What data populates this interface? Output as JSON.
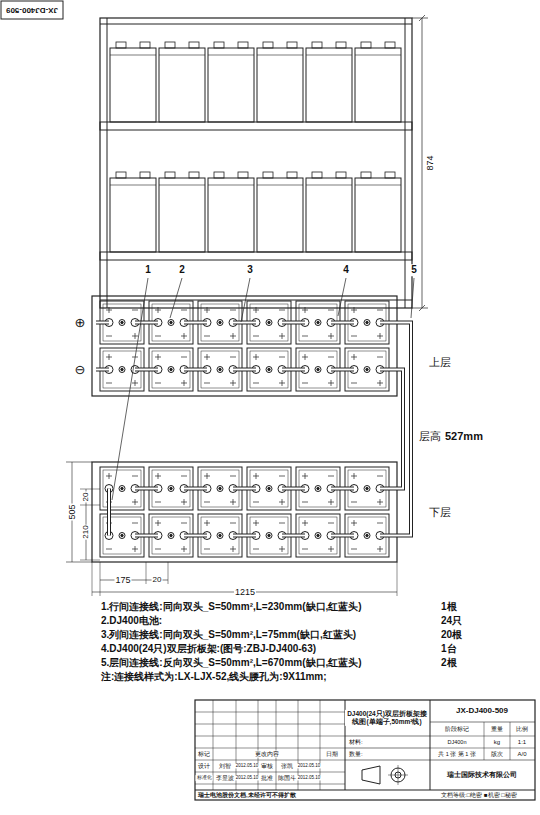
{
  "diagram": {
    "labels": [
      "JX-DJ400-509",
      "874",
      "1",
      "2",
      "3",
      "4",
      "5",
      "⊕",
      "⊖",
      "上层",
      "层高",
      "527mm",
      "下层",
      "505",
      "20",
      "210",
      "175",
      "20",
      "1215",
      "1.行间连接线:同向双头_S=50mm²,L=230mm(缺口,红蓝头)",
      "1根",
      "2.DJ400电池:",
      "24只",
      "3.列间连接线:同向双头_S=50mm²,L=75mm(缺口,红蓝头)",
      "20根",
      "4.DJ400(24只)双层折板架:(图号:ZBJ-DJ400-63)",
      "1台",
      "5.层间连接线:反向双头_S=50mm²,L=670mm(缺口,红蓝头)",
      "2根",
      "注:连接线样式为:LX-LJX-52,线头腰孔为:9X11mm;",
      "DJ400(24只)双层折板架接线图(单端子,50mm²线)",
      "JX-DJ400-509",
      "阶段标记",
      "重量",
      "比例",
      "DJ400n",
      "kg",
      "1:1",
      "共 1 张 第 1 张",
      "版次",
      "A/0",
      "瑞士国际技术有限公司",
      "材料:",
      "数量:",
      "标记",
      "更改内容",
      "日期",
      "设计",
      "刘智",
      "2012.05.10",
      "审核",
      "张凯",
      "2012.05.10",
      "标准化",
      "李昱波",
      "2012.05.10",
      "批准",
      "陈国斗",
      "2012.05.10",
      "瑞士电池股份文档,未经许可不得扩散",
      "文档等级:□绝密 ■机密 □秘密"
    ]
  }
}
